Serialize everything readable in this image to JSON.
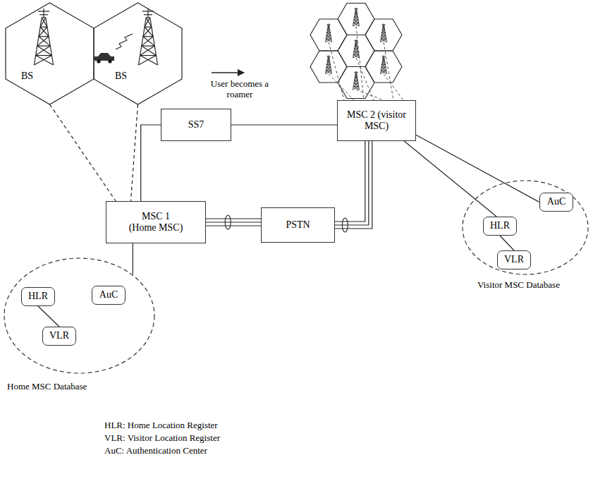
{
  "diagram": {
    "nodes": [
      {
        "text": [
          "BS"
        ]
      },
      {
        "text": [
          "BS"
        ]
      },
      {
        "text": [
          "SS7"
        ]
      },
      {
        "text": [
          "MSC 2 (visitor MSC)"
        ]
      },
      {
        "text": [
          "MSC 1 (Home MSC)"
        ]
      },
      {
        "text": [
          "PSTN"
        ]
      },
      {
        "text": [
          "Visitor MSC Database"
        ]
      },
      {
        "text": [
          "AuC"
        ],
        "in": 6
      },
      {
        "text": [
          "HLR"
        ],
        "in": 6
      },
      {
        "text": [
          "VLR"
        ],
        "in": 6
      },
      {
        "text": [
          "Home MSC Database"
        ]
      },
      {
        "text": [
          "HLR"
        ],
        "in": 10
      },
      {
        "text": [
          "AuC"
        ],
        "in": 10
      },
      {
        "text": [
          "VLR"
        ],
        "in": 10
      }
    ],
    "edges": [
      {
        "from": 0,
        "to": 4,
        "arrow": "none"
      },
      {
        "from": 1,
        "to": 4,
        "arrow": "none"
      },
      {
        "from": 4,
        "to": 2,
        "arrow": "none"
      },
      {
        "from": 2,
        "to": 3,
        "arrow": "none"
      },
      {
        "from": 4,
        "to": 5,
        "arrow": "none"
      },
      {
        "from": 5,
        "to": 3,
        "arrow": "none"
      },
      {
        "from": 3,
        "to": 7,
        "arrow": "none"
      },
      {
        "from": 3,
        "to": 8,
        "arrow": "none"
      },
      {
        "from": 8,
        "to": 9,
        "arrow": "none"
      },
      {
        "from": 4,
        "to": 10,
        "arrow": "none"
      },
      {
        "from": 11,
        "to": 13,
        "arrow": "none"
      }
    ],
    "labels": [
      "User becomes a roamer",
      "HLR: Home Location Register",
      "VLR: Visitor Location Register",
      "AuC: Authentication Center"
    ]
  }
}
